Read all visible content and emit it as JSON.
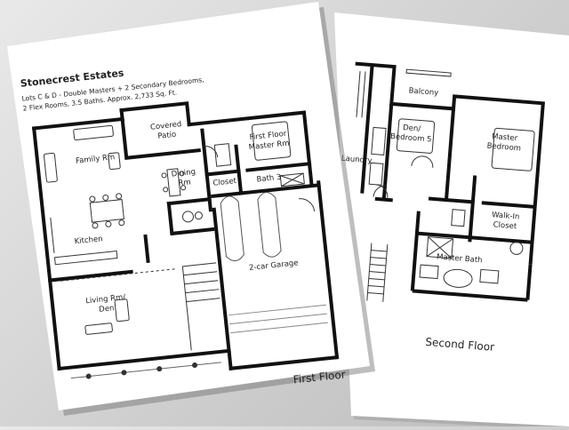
{
  "first_floor_sheet": {
    "title": "Stonecrest Estates",
    "subtitle_line1": "Lots C & D  -  Double Masters + 2 Secondary Bedrooms,",
    "subtitle_line2": "2 Flex Rooms, 3.5 Baths. Approx. 2,733 Sq. Ft.",
    "caption": "First Floor",
    "rooms": {
      "covered_patio_1": "Covered",
      "covered_patio_2": "Patio",
      "family_rm": "Family Rm",
      "first_floor_master_1": "First Floor",
      "first_floor_master_2": "Master Rm",
      "dining_1": "Dining",
      "dining_2": "Rm",
      "closet": "Closet",
      "bath_3": "Bath 3",
      "kitchen": "Kitchen",
      "living_den_1": "Living Rm/",
      "living_den_2": "Den",
      "garage": "2-car Garage"
    }
  },
  "second_floor_sheet": {
    "caption": "Second Floor",
    "rooms": {
      "balcony": "Balcony",
      "den_bedroom_1": "Den/",
      "den_bedroom_2": "Bedroom 5",
      "laundry": "Laundry",
      "master_bedroom_1": "Master",
      "master_bedroom_2": "Bedroom",
      "walk_in_closet_1": "Walk-In",
      "walk_in_closet_2": "Closet",
      "master_bath": "Master Bath"
    }
  }
}
